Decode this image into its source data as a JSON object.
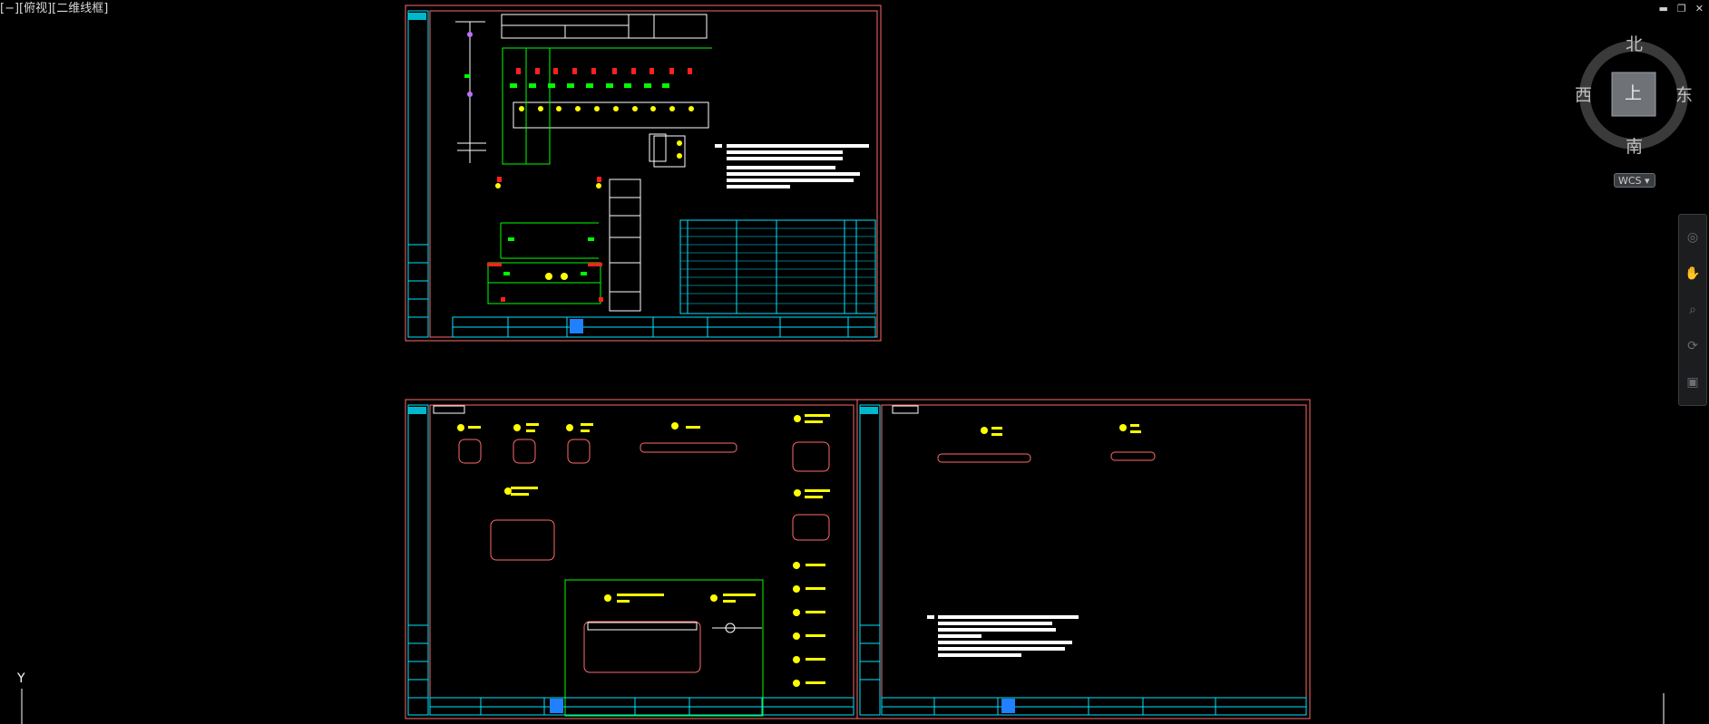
{
  "viewport": {
    "label": "[−][俯视][二维线框]"
  },
  "window_controls": {
    "minimize": "▬",
    "restore": "❐",
    "close": "✕"
  },
  "viewcube": {
    "north": "北",
    "south": "南",
    "east": "东",
    "west": "西",
    "face": "上",
    "coord": "WCS"
  },
  "ucs_icon": {
    "y_label": "Y"
  },
  "nav_bar": {
    "icons": [
      "steering-wheel-icon",
      "pan-icon",
      "zoom-icon",
      "orbit-icon",
      "showmotion-icon"
    ]
  },
  "colors": {
    "background": "#000000",
    "sheet_border": "#ff6a6a",
    "title_block": "#00e5ff",
    "schematic_green": "#00ff00",
    "highlight_yellow": "#ffff00",
    "marker_red": "#ff2020",
    "table_text": "#ffffff"
  }
}
